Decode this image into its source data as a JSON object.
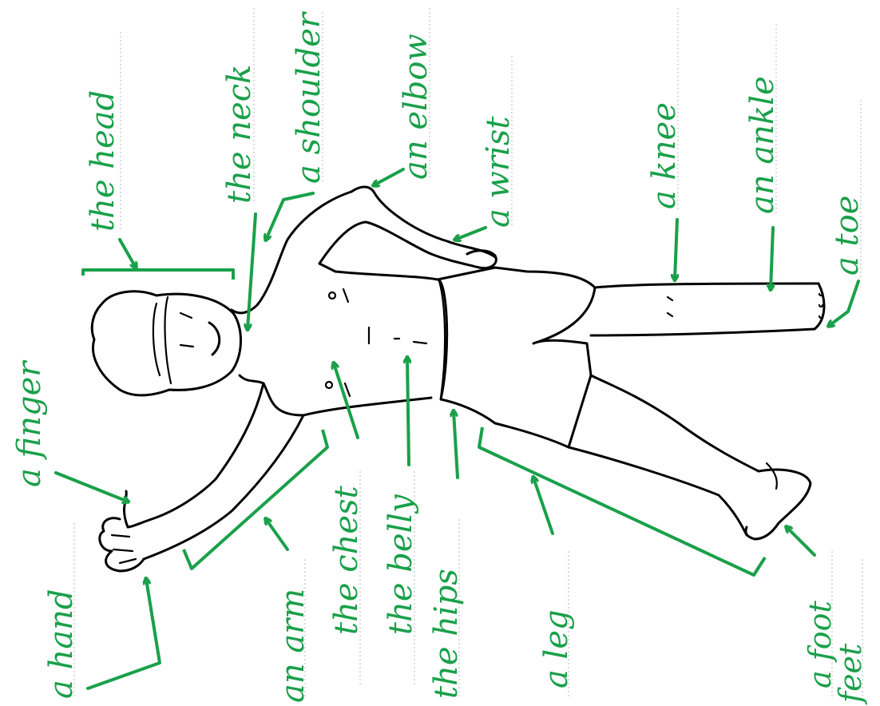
{
  "colors": {
    "label": "#1aa04a",
    "outline": "#000000",
    "guide": "#b8b8b8"
  },
  "labels": {
    "head": "the head",
    "neck": "the neck",
    "shoulder": "a shoulder",
    "elbow": "an elbow",
    "wrist": "a wrist",
    "knee": "a knee",
    "ankle": "an ankle",
    "toe": "a toe",
    "finger": "a finger",
    "hand": "a hand",
    "arm": "an arm",
    "chest": "the chest",
    "belly": "the belly",
    "hips": "the hips",
    "leg": "a leg",
    "foot": "a foot",
    "feet": "feet"
  }
}
